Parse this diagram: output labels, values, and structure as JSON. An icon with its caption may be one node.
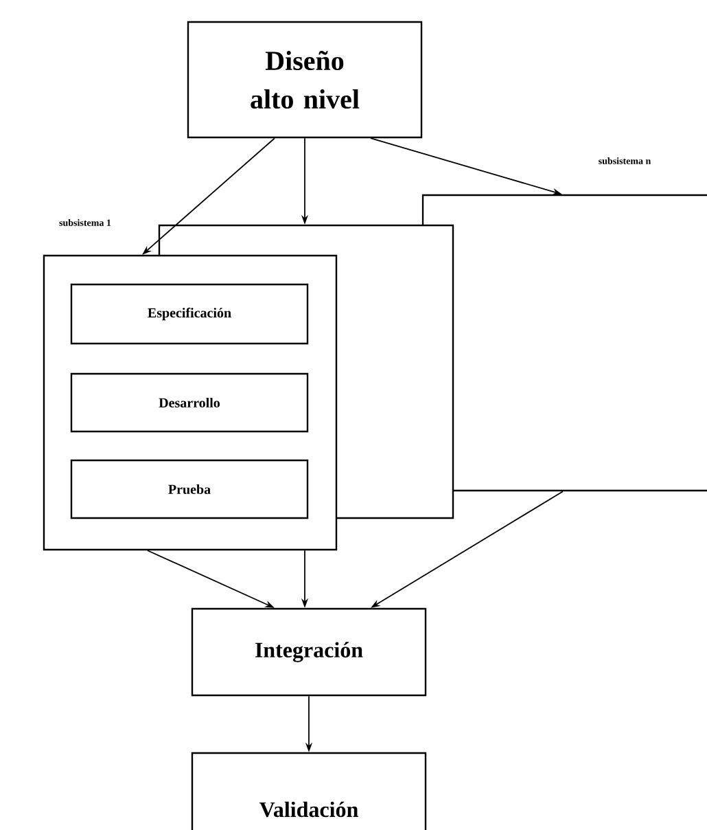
{
  "diagram": {
    "nodes": [
      {
        "text": [
          "Diseño alto nivel"
        ]
      },
      {
        "text": [
          "subsistema n"
        ]
      },
      {
        "text": [],
        "shape": "box"
      },
      {
        "text": [
          "subsistema 1"
        ]
      },
      {
        "text": [
          "Especificación"
        ],
        "in": 3
      },
      {
        "text": [
          "Desarrollo"
        ],
        "in": 3
      },
      {
        "text": [
          "Prueba"
        ],
        "in": 3
      },
      {
        "text": [
          "Integración"
        ]
      },
      {
        "text": [
          "Validación"
        ]
      }
    ],
    "edges": [
      {
        "from": 0,
        "to": 3,
        "arrow": "to"
      },
      {
        "from": 0,
        "to": 2,
        "arrow": "to"
      },
      {
        "from": 0,
        "to": 1,
        "arrow": "to"
      },
      {
        "from": 3,
        "to": 7,
        "arrow": "to"
      },
      {
        "from": 2,
        "to": 7,
        "arrow": "to"
      },
      {
        "from": 1,
        "to": 7,
        "arrow": "to"
      },
      {
        "from": 7,
        "to": 8,
        "arrow": "to"
      }
    ]
  }
}
